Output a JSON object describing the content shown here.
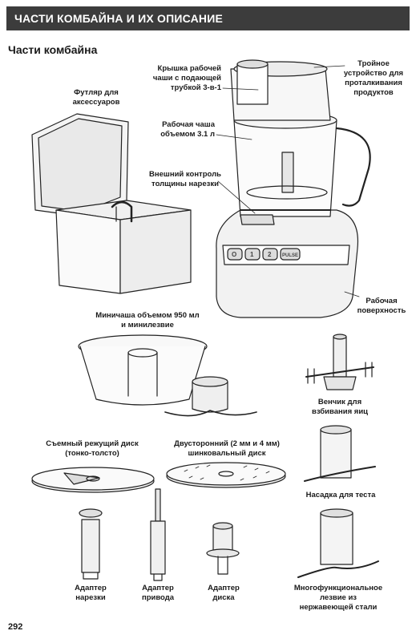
{
  "header": {
    "title": "ЧАСТИ КОМБАЙНА И ИХ ОПИСАНИЕ"
  },
  "section": {
    "title": "Части комбайна"
  },
  "labels": {
    "accessory_case": [
      "Футляр для",
      "аксессуаров"
    ],
    "work_bowl_lid": [
      "Крышка рабочей",
      "чаши с подающей",
      "трубкой 3-в-1"
    ],
    "triple_pusher": [
      "Тройное",
      "устройство для",
      "проталкивания",
      "продуктов"
    ],
    "work_bowl": [
      "Рабочая чаша",
      "объемом 3.1 л"
    ],
    "slice_control": [
      "Внешний контроль",
      "толщины нарезки"
    ],
    "work_surface": [
      "Рабочая",
      "поверхность"
    ],
    "mini_bowl": [
      "Миничаша объемом 950 мл",
      "и минилезвие"
    ],
    "egg_whip": [
      "Венчик для",
      "взбивания яиц"
    ],
    "slicing_disc": [
      "Съемный режущий диск",
      "(тонко-толсто)"
    ],
    "shredding_disc": [
      "Двусторонний (2 мм и 4 мм)",
      "шинковальный диск"
    ],
    "dough_blade": [
      "Насадка для теста"
    ],
    "slicing_adapter": [
      "Адаптер",
      "нарезки"
    ],
    "drive_adapter": [
      "Адаптер",
      "привода"
    ],
    "disc_adapter": [
      "Адаптер",
      "диска"
    ],
    "multi_blade": [
      "Многофункциональное",
      "лезвие из",
      "нержавеющей стали"
    ]
  },
  "control_panel": {
    "buttons": [
      "O",
      "1",
      "2",
      "PULSE"
    ]
  },
  "footer": {
    "page_number": "292"
  }
}
